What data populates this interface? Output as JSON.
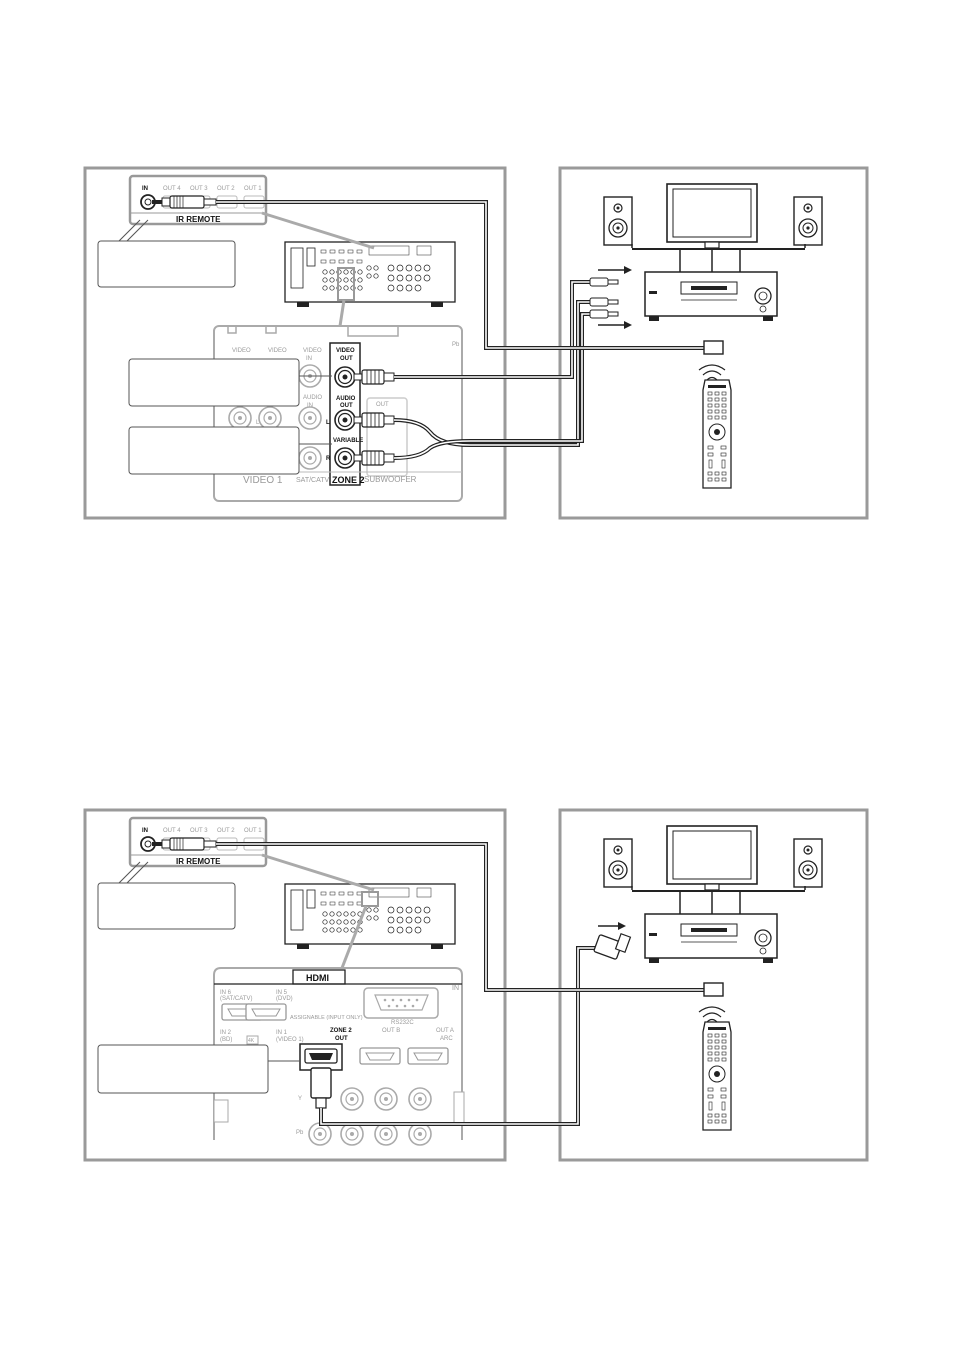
{
  "top": {
    "ir_remote": {
      "in_label": "IN",
      "out_labels": [
        "OUT 4",
        "OUT 3",
        "OUT 2",
        "OUT 1"
      ],
      "title": "IR REMOTE"
    },
    "zone2_panel": {
      "video_labels": [
        "VIDEO\nOUT",
        "VIDEO\nIN",
        "VIDEO\nIN"
      ],
      "video_out": "VIDEO\nOUT",
      "audio_out": "AUDIO\nOUT",
      "audio_in": "AUDIO\nIN",
      "variable": "VARIABLE",
      "out": "OUT",
      "channel_l": "L",
      "channel_r": "R",
      "footer_labels": [
        "VIDEO 1",
        "SAT/CATV",
        "ZONE 2",
        "SUBWOOFER"
      ],
      "pb": "Pb"
    }
  },
  "bottom": {
    "ir_remote": {
      "in_label": "IN",
      "out_labels": [
        "OUT 4",
        "OUT 3",
        "OUT 2",
        "OUT 1"
      ],
      "title": "IR REMOTE"
    },
    "hdmi_panel": {
      "title": "HDMI",
      "inputs": [
        "IN 6\n(SAT/CATV)",
        "IN 5\n(DVD)",
        "IN 2\n(BD)",
        "IN 1\n(VIDEO 1)"
      ],
      "assignable": "ASSIGNABLE (INPUT ONLY)",
      "rs232c": "RS232C",
      "zone2_out": "ZONE 2\nOUT",
      "out_b": "OUT B",
      "out_a": "OUT A\nARC",
      "badge_4k": "4K",
      "in_right": "IN",
      "y": "Y",
      "pb": "Pb"
    }
  }
}
